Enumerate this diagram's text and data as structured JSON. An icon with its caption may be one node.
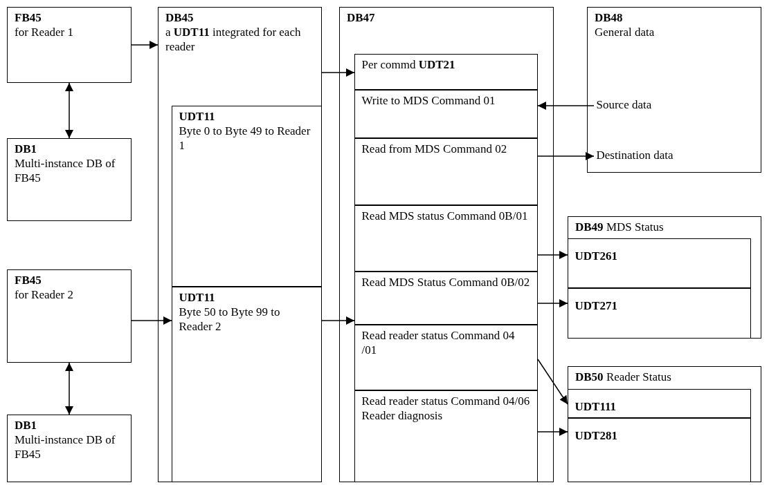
{
  "diagram": {
    "nodes": [
      {
        "text": [
          "FB45",
          "for Reader 1"
        ]
      },
      {
        "text": [
          "DB1",
          "Multi-instance DB of FB45"
        ]
      },
      {
        "text": [
          "FB45",
          "for Reader 2"
        ]
      },
      {
        "text": [
          "DB1",
          "Multi-instance DB of FB45"
        ]
      },
      {
        "text": [
          "DB45",
          "a **UDT11** integrated for each reader"
        ]
      },
      {
        "text": [
          "UDT11",
          "Byte 0 to Byte 49 to Reader 1"
        ],
        "in": 4
      },
      {
        "text": [
          "UDT11",
          "Byte 50 to Byte 99 to Reader 2"
        ],
        "in": 4
      },
      {
        "text": [
          "DB47"
        ]
      },
      {
        "text": [
          "Per commd **UDT21**"
        ],
        "in": 7
      },
      {
        "text": [
          "Write to MDS Command 01"
        ],
        "in": 7
      },
      {
        "text": [
          "Read from MDS Command 02"
        ],
        "in": 7
      },
      {
        "text": [
          "Read MDS status Command 0B/01"
        ],
        "in": 7
      },
      {
        "text": [
          "Read MDS Status Command 0B/02"
        ],
        "in": 7
      },
      {
        "text": [
          "Read reader status Command 04 /01"
        ],
        "in": 7
      },
      {
        "text": [
          "Read reader status Command 04/06 Reader diagnosis"
        ],
        "in": 7
      },
      {
        "text": [
          "DB48",
          "General data"
        ]
      },
      {
        "text": [
          "Source data"
        ],
        "in": 15
      },
      {
        "text": [
          "Destination data"
        ],
        "in": 15
      },
      {
        "text": [
          "**DB49** MDS Status"
        ]
      },
      {
        "text": [
          "UDT261"
        ],
        "in": 18
      },
      {
        "text": [
          "UDT271"
        ],
        "in": 18
      },
      {
        "text": [
          "**DB50** Reader Status"
        ]
      },
      {
        "text": [
          "UDT111"
        ],
        "in": 21
      },
      {
        "text": [
          "UDT281"
        ],
        "in": 21
      }
    ],
    "edges": [
      {
        "from": 0,
        "to": 4,
        "arrow": "to"
      },
      {
        "from": 0,
        "to": 1,
        "arrow": "both"
      },
      {
        "from": 2,
        "to": 6,
        "arrow": "to"
      },
      {
        "from": 2,
        "to": 3,
        "arrow": "both"
      },
      {
        "from": 4,
        "to": 8,
        "arrow": "to"
      },
      {
        "from": 6,
        "to": 12,
        "arrow": "to"
      },
      {
        "from": 16,
        "to": 9,
        "arrow": "to"
      },
      {
        "from": 10,
        "to": 17,
        "arrow": "to"
      },
      {
        "from": 11,
        "to": 19,
        "arrow": "to"
      },
      {
        "from": 12,
        "to": 20,
        "arrow": "to"
      },
      {
        "from": 13,
        "to": 22,
        "arrow": "to"
      },
      {
        "from": 14,
        "to": 23,
        "arrow": "to"
      }
    ]
  }
}
